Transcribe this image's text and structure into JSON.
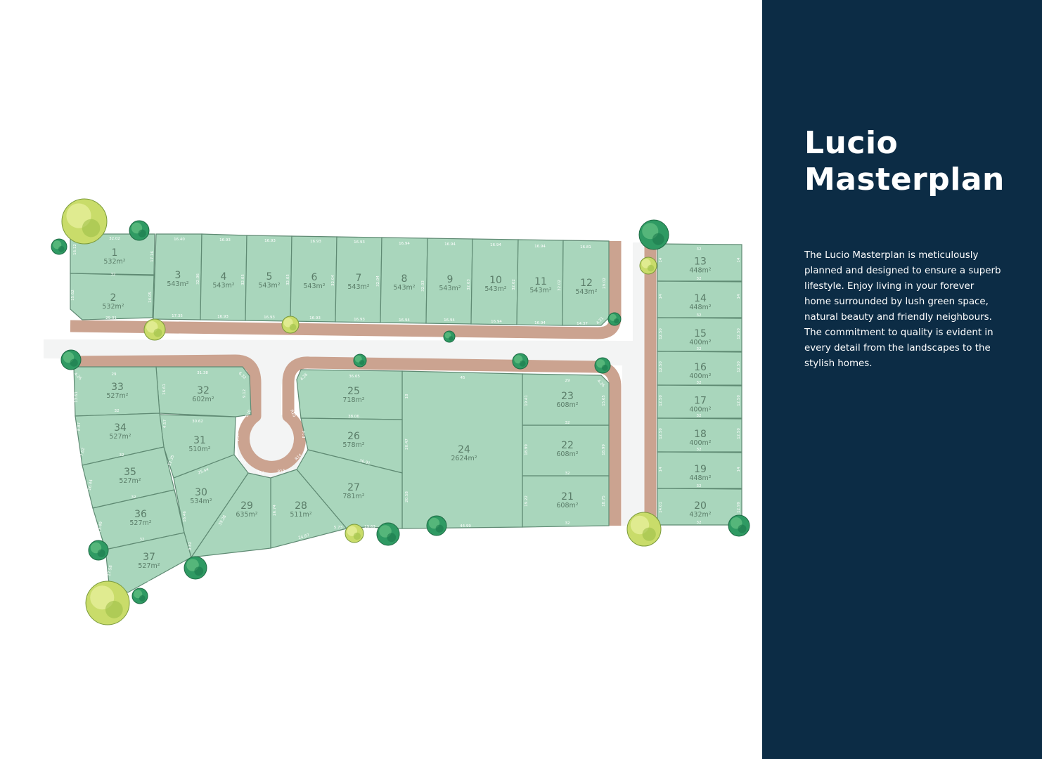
{
  "panel": {
    "title_line1": "Lucio",
    "title_line2": "Masterplan",
    "description": [
      "The Lucio Masterplan is meticulously planned and designed to ensure a superb lifestyle. Enjoy living in your forever home surrounded by lush green space, natural beauty and friendly neighbours.",
      "The commitment to quality is evident in every detail from the landscapes to the stylish homes."
    ],
    "background_color": "#0c2c45"
  },
  "colors": {
    "lot": "#a9d6bc",
    "footpath": "#cba390",
    "road": "#f3f4f4",
    "lot_border": "#5f8a73"
  },
  "lots": [
    {
      "number": "1",
      "area": "532m²"
    },
    {
      "number": "2",
      "area": "532m²"
    },
    {
      "number": "3",
      "area": "543m²"
    },
    {
      "number": "4",
      "area": "543m²"
    },
    {
      "number": "5",
      "area": "543m²"
    },
    {
      "number": "6",
      "area": "543m²"
    },
    {
      "number": "7",
      "area": "543m²"
    },
    {
      "number": "8",
      "area": "543m²"
    },
    {
      "number": "9",
      "area": "543m²"
    },
    {
      "number": "10",
      "area": "543m²"
    },
    {
      "number": "11",
      "area": "543m²"
    },
    {
      "number": "12",
      "area": "543m²"
    },
    {
      "number": "13",
      "area": "448m²"
    },
    {
      "number": "14",
      "area": "448m²"
    },
    {
      "number": "15",
      "area": "400m²"
    },
    {
      "number": "16",
      "area": "400m²"
    },
    {
      "number": "17",
      "area": "400m²"
    },
    {
      "number": "18",
      "area": "400m²"
    },
    {
      "number": "19",
      "area": "448m²"
    },
    {
      "number": "20",
      "area": "432m²"
    },
    {
      "number": "21",
      "area": "608m²"
    },
    {
      "number": "22",
      "area": "608m²"
    },
    {
      "number": "23",
      "area": "608m²"
    },
    {
      "number": "24",
      "area": "2624m²"
    },
    {
      "number": "25",
      "area": "718m²"
    },
    {
      "number": "26",
      "area": "578m²"
    },
    {
      "number": "27",
      "area": "781m²"
    },
    {
      "number": "28",
      "area": "511m²"
    },
    {
      "number": "29",
      "area": "635m²"
    },
    {
      "number": "30",
      "area": "534m²"
    },
    {
      "number": "31",
      "area": "510m²"
    },
    {
      "number": "32",
      "area": "602m²"
    },
    {
      "number": "33",
      "area": "527m²"
    },
    {
      "number": "34",
      "area": "527m²"
    },
    {
      "number": "35",
      "area": "527m²"
    },
    {
      "number": "36",
      "area": "527m²"
    },
    {
      "number": "37",
      "area": "527m²"
    }
  ],
  "dimensions": [
    "32.02",
    "16.12",
    "17.16",
    "32",
    "15.62",
    "14.05",
    "29.31",
    "3.99",
    "16.40",
    "32.06",
    "17.35",
    "16.93",
    "32.05",
    "16.93",
    "16.93",
    "32.05",
    "16.93",
    "16.93",
    "32.04",
    "16.93",
    "16.93",
    "32.04",
    "16.93",
    "16.94",
    "32.03",
    "16.94",
    "16.94",
    "32.03",
    "16.94",
    "16.94",
    "32.02",
    "16.94",
    "16.94",
    "32.02",
    "16.94",
    "16.81",
    "29.02",
    "14.37",
    "4.21",
    "32",
    "14",
    "14",
    "32",
    "14",
    "14",
    "32",
    "12.50",
    "12.50",
    "32",
    "12.50",
    "12.50",
    "32",
    "12.50",
    "12.50",
    "32",
    "12.50",
    "12.50",
    "32",
    "14",
    "14",
    "32",
    "14.01",
    "12.99",
    "32",
    "29",
    "4.26",
    "19.41",
    "15.65",
    "32",
    "18.99",
    "18.99",
    "32",
    "19.22",
    "18.75",
    "32",
    "45",
    "18",
    "20.47",
    "20.58",
    "44.99",
    "36.65",
    "4.26",
    "38.06",
    "36.91",
    "5.73",
    "19.63",
    "24.87",
    "26.74",
    "30.05",
    "39.28",
    "16.46",
    "9.82",
    "25.44",
    "12.35",
    "4.57",
    "30.62",
    "31.38",
    "6.32",
    "9.12",
    "16.61",
    "29",
    "4.26",
    "13.61",
    "32",
    "8.87",
    "7.62",
    "32",
    "16.44",
    "32",
    "13.49",
    "32",
    "17.58",
    "32.08",
    "R10",
    "R10",
    "R14",
    "R14",
    "R14",
    "R14",
    "R14",
    "R14"
  ]
}
